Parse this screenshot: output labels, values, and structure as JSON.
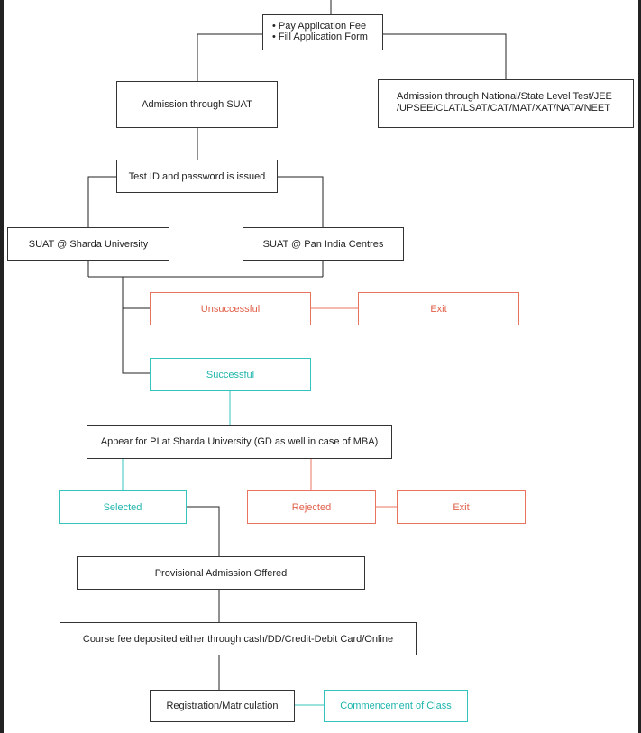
{
  "fee_box": {
    "items": [
      "Pay Application Fee",
      "Fill Application Form"
    ]
  },
  "suat_admission": "Admission through SUAT",
  "national_admission": {
    "line1": "Admission through National/State Level Test/JEE",
    "line2": "/UPSEE/CLAT/LSAT/CAT/MAT/XAT/NATA/NEET"
  },
  "test_id": "Test ID and password is issued",
  "suat_sharda": "SUAT @ Sharda University",
  "suat_pan_india": "SUAT @ Pan India Centres",
  "unsuccessful": "Unsuccessful",
  "exit_1": "Exit",
  "successful": "Successful",
  "pi": "Appear for PI at Sharda University (GD as well in case of MBA)",
  "selected": "Selected",
  "rejected": "Rejected",
  "exit_2": "Exit",
  "provisional": "Provisional Admission Offered",
  "course_fee": "Course fee deposited either through cash/DD/Credit-Debit Card/Online",
  "registration": "Registration/Matriculation",
  "commencement": "Commencement of Class",
  "colors": {
    "line": "#222222",
    "negative": "#e8735f",
    "positive": "#35c4bd"
  }
}
